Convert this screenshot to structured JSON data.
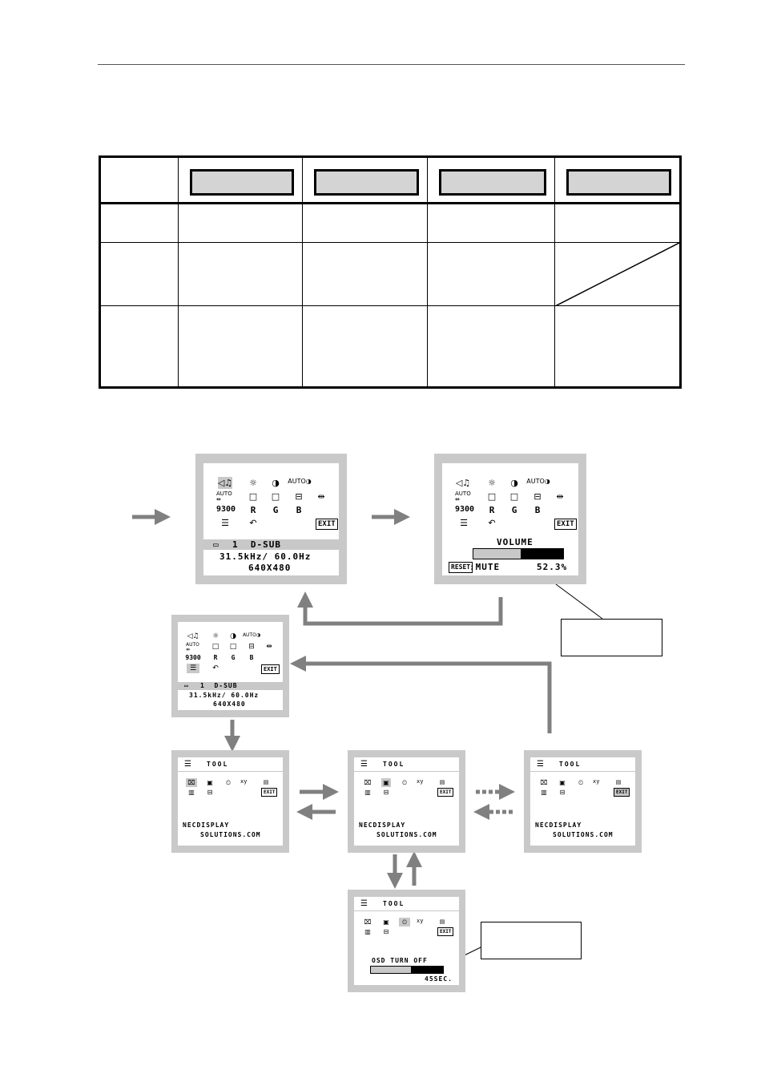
{
  "osd_main": {
    "icons_row1": [
      "◁♫",
      "☼",
      "◑",
      "AUTO◑"
    ],
    "icons_row2": [
      "AUTO ⇹",
      "□",
      "□",
      "⊟",
      "⇹"
    ],
    "icons_row3": [
      "9300",
      "R",
      "G",
      "B"
    ],
    "icons_row4": [
      "☰",
      "↶"
    ],
    "exit_label": "EXIT",
    "input_label": "1  D-SUB",
    "freq": "31.5kHz/ 60.0Hz",
    "resolution": "640X480"
  },
  "osd_volume": {
    "title": "VOLUME",
    "reset_label": "RESET",
    "mute_label": ":MUTE",
    "value_text": "52.3%",
    "value": 0.523
  },
  "osd_tool": {
    "title": "TOOL",
    "xy_label": "xy",
    "site_line1": "NECDISPLAY",
    "site_line2": "SOLUTIONS.COM"
  },
  "osd_tool_turnoff": {
    "label": "OSD TURN OFF",
    "seconds": "45SEC.",
    "value": 0.55
  },
  "colors": {
    "frame": "#c9c9c9",
    "highlight": "#c8c8c8",
    "arrow": "#808080"
  }
}
